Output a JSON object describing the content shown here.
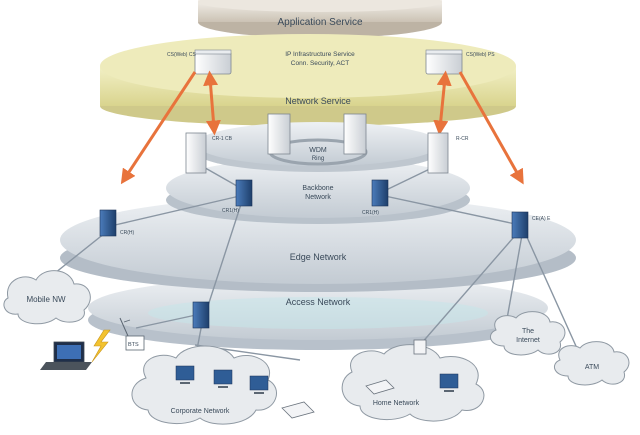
{
  "layers": {
    "application_service": "Application Service",
    "ip_service_line1": "IP Infrastructure Service",
    "ip_service_line2": "Conn. Security, ACT",
    "network_service": "Network Service",
    "backbone_line1": "Backbone",
    "backbone_line2": "Network",
    "edge_network": "Edge Network",
    "access_network": "Access Network"
  },
  "nodes": {
    "server_left": "CS(Web) CS",
    "server_right": "CS(Web) PS",
    "ring_line1": "WDM",
    "ring_line2": "Ring",
    "core_left": "CR-1 CB",
    "core_right": "R-CR",
    "bb_left": "CR1(H)",
    "bb_right": "CR1(H)",
    "edge_left": "CR(H)",
    "edge_right": "CE(A) E",
    "bts": "BTS"
  },
  "clouds": {
    "mobile": "Mobile NW",
    "corporate": "Corporate Network",
    "home": "Home Network",
    "internet_line1": "The",
    "internet_line2": "Internet",
    "atm": "ATM"
  },
  "colors": {
    "layer_fill": "#d6dce3",
    "top_band": "#e6e3a6",
    "arrow": "#e8733c",
    "link": "#8a96a3",
    "device_blue": "#2f5d96"
  }
}
